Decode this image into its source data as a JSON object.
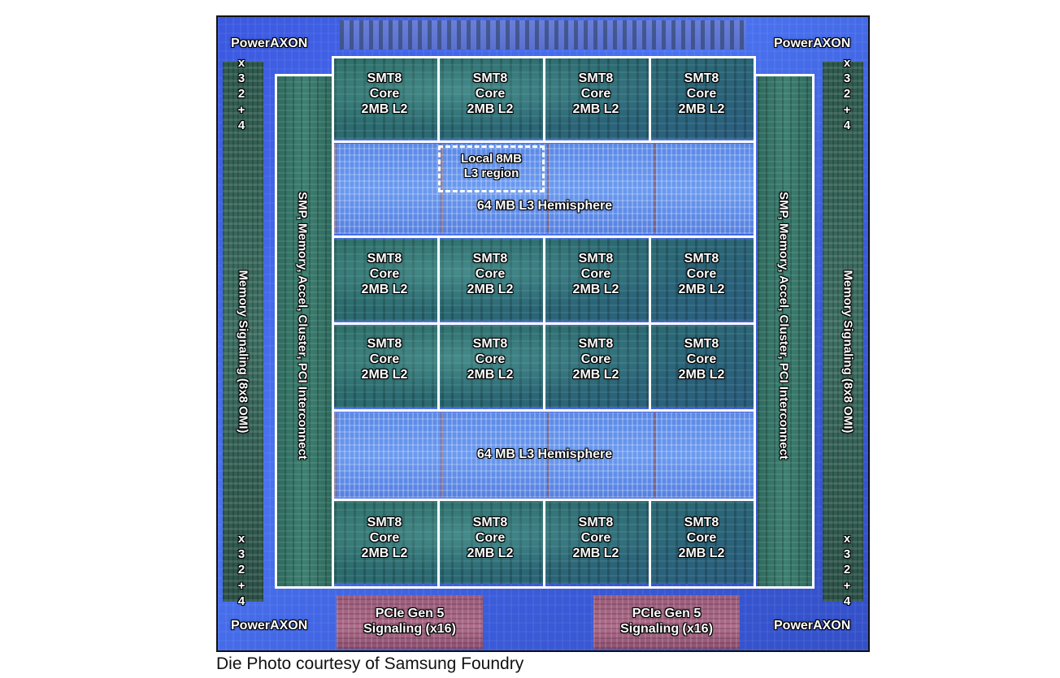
{
  "die": {
    "power_axon_label": "PowerAXON",
    "power_axon_lanes": [
      "x",
      "3",
      "2",
      "+",
      "4"
    ],
    "memory_signaling_label": "Memory Signaling (8x8 OMI)",
    "interconnect_label": "SMP, Memory, Accel, Cluster, PCI Interconnect",
    "core_label_lines": [
      "SMT8",
      "Core",
      "2MB L2"
    ],
    "l3_hemisphere_label": "64 MB L3 Hemisphere",
    "local_l3_label_lines": [
      "Local 8MB",
      "L3 region"
    ],
    "pcie_label_lines": [
      "PCIe Gen 5",
      "Signaling (x16)"
    ]
  },
  "caption": "Die Photo courtesy of Samsung Foundry",
  "colors": {
    "die_blue": "#4a73f0",
    "core_teal": "#2b6a72",
    "l3_blue": "#6b9af0",
    "pcie_mauve": "#b06e8c",
    "outline_white": "#ffffff"
  }
}
